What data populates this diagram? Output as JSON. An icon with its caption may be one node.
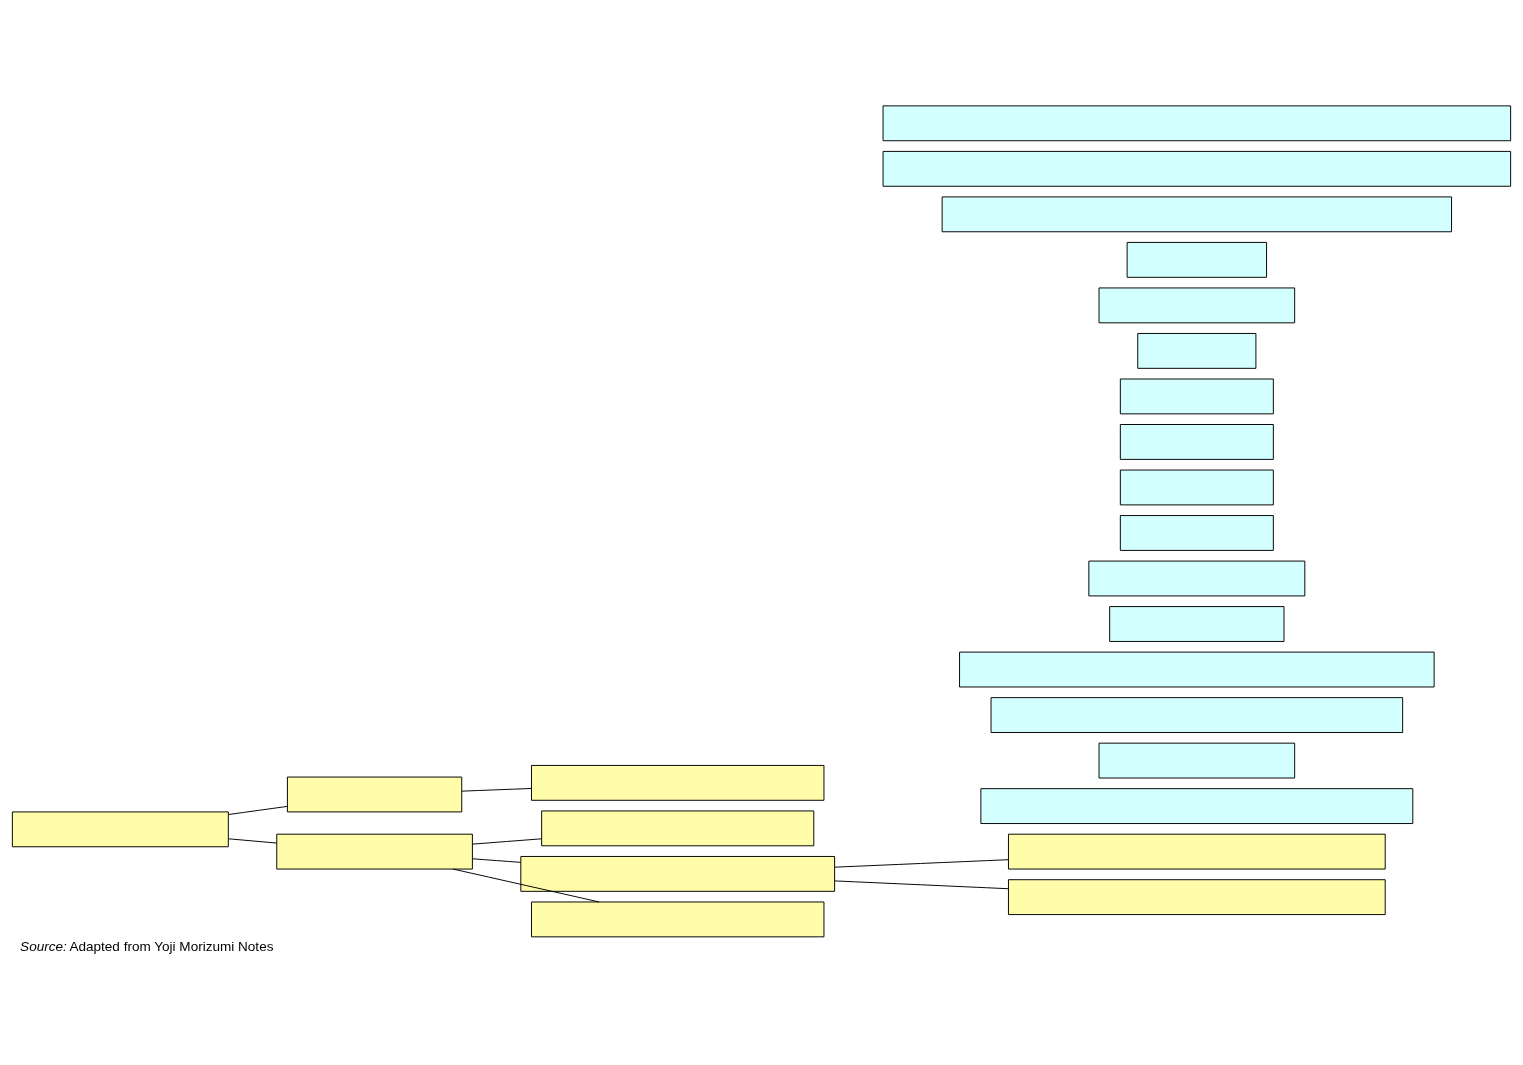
{
  "diagram": {
    "caption": "*Source:* Adapted from Yoji Morizumi Notes",
    "nodes": [
      {
        "text": [],
        "shape": "box"
      },
      {
        "text": [],
        "shape": "box"
      },
      {
        "text": [],
        "shape": "box"
      },
      {
        "text": [],
        "shape": "box"
      },
      {
        "text": [],
        "shape": "box"
      },
      {
        "text": [],
        "shape": "box"
      },
      {
        "text": [],
        "shape": "box"
      },
      {
        "text": [],
        "shape": "box"
      },
      {
        "text": [],
        "shape": "box"
      },
      {
        "text": [],
        "shape": "box"
      },
      {
        "text": [],
        "shape": "box"
      },
      {
        "text": [],
        "shape": "box"
      },
      {
        "text": [],
        "shape": "box"
      },
      {
        "text": [],
        "shape": "box"
      },
      {
        "text": [],
        "shape": "box"
      },
      {
        "text": [],
        "shape": "box"
      },
      {
        "text": [],
        "shape": "box"
      },
      {
        "text": [],
        "shape": "box"
      },
      {
        "text": [],
        "shape": "box"
      },
      {
        "text": [],
        "shape": "box"
      },
      {
        "text": [],
        "shape": "box"
      },
      {
        "text": [],
        "shape": "box"
      },
      {
        "text": [],
        "shape": "box"
      },
      {
        "text": [],
        "shape": "box"
      },
      {
        "text": [],
        "shape": "box"
      }
    ],
    "edges": [
      {
        "from": 0,
        "to": 1,
        "arrow": "none"
      },
      {
        "from": 1,
        "to": 2,
        "arrow": "none"
      },
      {
        "from": 0,
        "to": 3,
        "arrow": "none"
      },
      {
        "from": 3,
        "to": 4,
        "arrow": "none"
      },
      {
        "from": 3,
        "to": 5,
        "arrow": "none"
      },
      {
        "from": 5,
        "to": 6,
        "arrow": "none"
      },
      {
        "from": 5,
        "to": 7,
        "arrow": "none"
      },
      {
        "from": 3,
        "to": 8,
        "arrow": "none"
      }
    ]
  }
}
